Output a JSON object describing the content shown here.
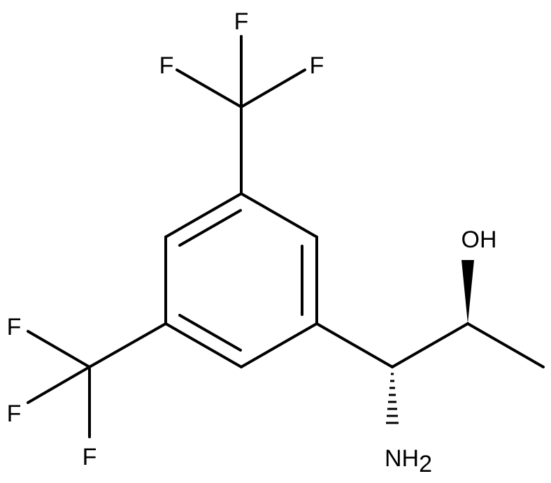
{
  "molecule": {
    "atoms": {
      "f_top": "F",
      "f_top_left": "F",
      "f_top_right": "F",
      "f_left_upper": "F",
      "f_left_middle": "F",
      "f_left_lower": "F",
      "hydroxyl": "OH",
      "amine": "NH",
      "amine_subscript": "2"
    }
  }
}
